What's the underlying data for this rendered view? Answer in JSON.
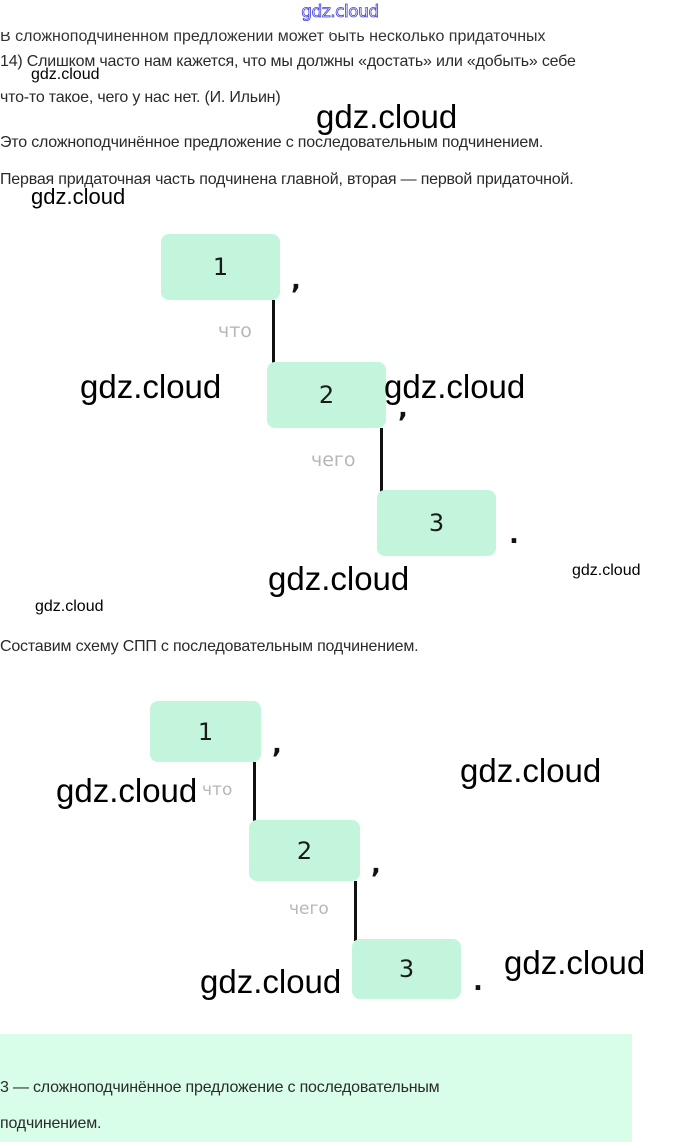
{
  "header": {
    "logo": "gdz.cloud"
  },
  "intro_cut_text": "В сложноподчинённом предложении может быть несколько придаточных",
  "task": {
    "line1": "14) Слишком часто нам кажется, что мы должны «достать» или «добыть» себе",
    "line2": "что-то такое, чего у нас нет. (И. Ильин)"
  },
  "explanation": {
    "p1": "Это сложноподчинённое предложение с последовательным подчинением.",
    "p2": "Первая придаточная часть подчинена главной, вторая — первой придаточной."
  },
  "diagram1": {
    "boxes": [
      "1",
      "2",
      "3"
    ],
    "conjunctions": [
      "что",
      "чего"
    ],
    "punctuation": [
      ",",
      ",",
      "."
    ]
  },
  "scheme_caption": "Составим схему СПП с последовательным подчинением.",
  "diagram2": {
    "boxes": [
      "1",
      "2",
      "3"
    ],
    "conjunctions": [
      "что",
      "чего"
    ],
    "punctuation": [
      ",",
      ",",
      "."
    ]
  },
  "answer": {
    "line1": "3 — сложноподчинённое предложение с последовательным",
    "line2": "подчинением."
  },
  "watermarks": [
    "gdz.cloud",
    "gdz.cloud",
    "gdz.cloud",
    "gdz.cloud",
    "gdz.cloud",
    "gdz.cloud",
    "gdz.cloud",
    "gdz.cloud",
    "gdz.cloud",
    "gdz.cloud",
    "gdz.cloud",
    "gdz.cloud"
  ],
  "colors": {
    "box_fill": "#c3f5dc",
    "answer_panel": "#d8fde9",
    "conjunction_text": "#b5b7ba",
    "logo_outline": "#3b3bd8"
  }
}
